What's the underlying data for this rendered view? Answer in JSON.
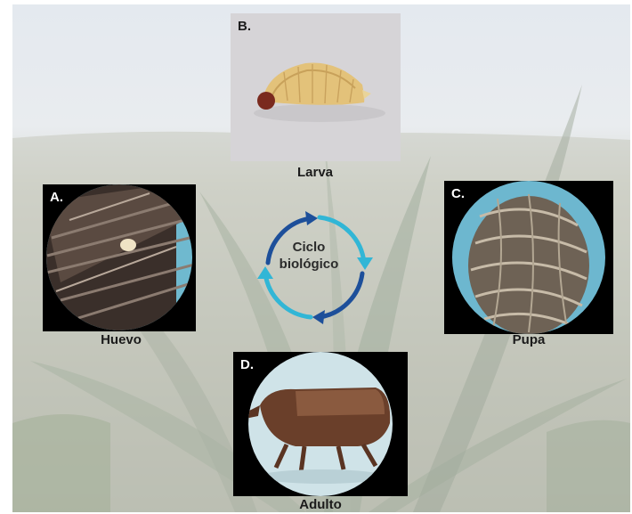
{
  "cycle": {
    "line1": "Ciclo",
    "line2": "biológico",
    "colors": {
      "dark_blue": "#1d4f9a",
      "cyan": "#31b6d6"
    }
  },
  "stages": {
    "huevo": {
      "letter": "A.",
      "label": "Huevo"
    },
    "larva": {
      "letter": "B.",
      "label": "Larva"
    },
    "pupa": {
      "letter": "C.",
      "label": "Pupa"
    },
    "adulto": {
      "letter": "D.",
      "label": "Adulto"
    }
  }
}
